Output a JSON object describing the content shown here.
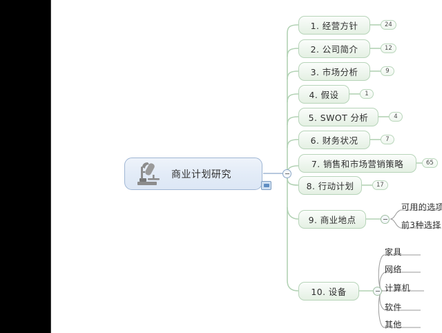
{
  "canvas": {
    "background": "#ffffff",
    "gutter_color": "#000000",
    "branch_color": "#b7d4b9",
    "central_color": "#9fb6d4",
    "leaf_line_color": "#9a9a9a"
  },
  "central": {
    "title": "商业计划研究",
    "icon": "microscope-icon",
    "note_icon": "note-badge-icon",
    "toggle": "−"
  },
  "branches": [
    {
      "label": "1. 经营方针",
      "count": "24"
    },
    {
      "label": "2. 公司简介",
      "count": "12"
    },
    {
      "label": "3. 市场分析",
      "count": "9"
    },
    {
      "label": "4. 假设",
      "count": "1"
    },
    {
      "label": "5. SWOT 分析",
      "count": "4"
    },
    {
      "label": "6. 财务状况",
      "count": "7"
    },
    {
      "label": "7. 销售和市场营销策略",
      "count": "65"
    },
    {
      "label": "8. 行动计划",
      "count": "17"
    },
    {
      "label": "9. 商业地点",
      "count": null,
      "toggle": "−",
      "children": [
        "可用的选项",
        "前3种选择"
      ]
    },
    {
      "label": "10. 设备",
      "count": null,
      "toggle": "−",
      "children": [
        "家具",
        "网络",
        "计算机",
        "软件",
        "其他"
      ]
    }
  ]
}
